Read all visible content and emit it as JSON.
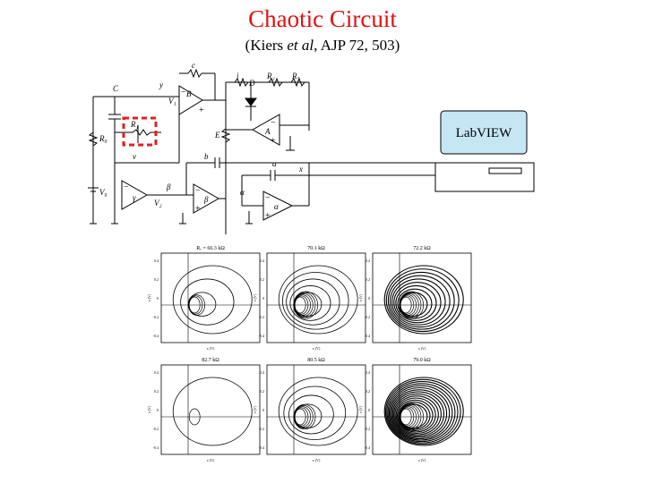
{
  "slide": {
    "title": "Chaotic Circuit",
    "subtitle_pre": "(Kiers ",
    "subtitle_em": "et al",
    "subtitle_post": ", AJP 72, 503)"
  },
  "labview": {
    "label": "LabVIEW",
    "box_fill": "#c6e6f4"
  },
  "highlight_color": "#e02020",
  "circuit_labels": {
    "c_top": "c",
    "y": "y",
    "C": "C",
    "B": "B",
    "V1": "V₁",
    "R1": "R₁",
    "v": "v",
    "R0": "R₀",
    "beta": "β",
    "V0": "V₀",
    "gamma": "γ",
    "V2": "V₂",
    "beta2": "β",
    "i": "i",
    "D": "D",
    "R2": "R₂",
    "R3": "R₃",
    "E": "E",
    "A": "A",
    "b": "b",
    "a": "a",
    "alpha": "α",
    "x": "x",
    "alpha2": "α"
  },
  "phase_plots": [
    {
      "label": "Rᵥ = 66.3 kΩ"
    },
    {
      "label": "70.1 kΩ"
    },
    {
      "label": "72.2 kΩ"
    },
    {
      "label": "82.7 kΩ"
    },
    {
      "label": "80.5 kΩ"
    },
    {
      "label": "79.0 kΩ"
    }
  ],
  "axis": {
    "ylabel": "v (V)",
    "xlabel": "x (V)",
    "yticks": [
      "0.4",
      "0.2",
      "0",
      "-0.2",
      "-0.4"
    ]
  }
}
